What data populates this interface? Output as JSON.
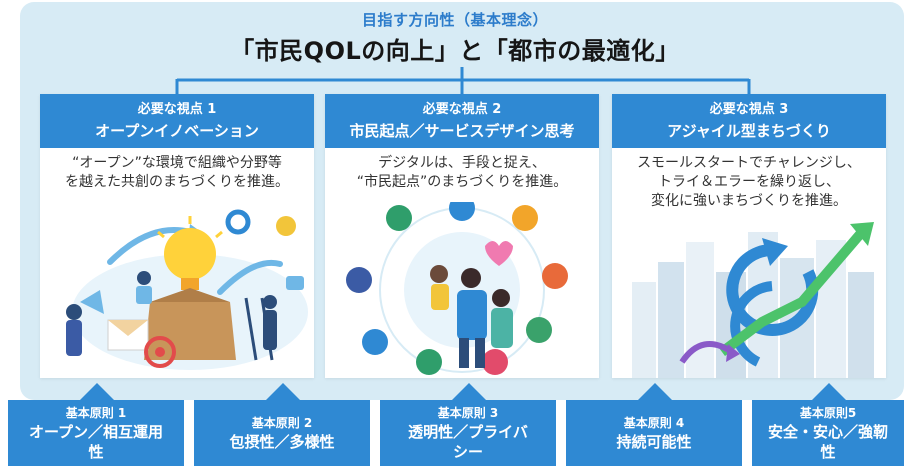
{
  "goal": {
    "subtitle": "目指す方向性（基本理念）",
    "title": "「市民QOLの向上」と「都市の最適化」"
  },
  "viewpoints": [
    {
      "label": "必要な視点 1",
      "title": "オープンイノベーション",
      "line1": "“オープン”な環境で組織や分野等",
      "line2": "を越えた共創のまちづくりを推進。",
      "illustration": "open-innovation-illustration"
    },
    {
      "label": "必要な視点 2",
      "title": "市民起点／サービスデザイン思考",
      "line1": "デジタルは、手段と捉え、",
      "line2": "“市民起点”のまちづくりを推進。",
      "illustration": "family-services-illustration"
    },
    {
      "label": "必要な視点 3",
      "title": "アジャイル型まちづくり",
      "line1": "スモールスタートでチャレンジし、",
      "line2": "トライ＆エラーを繰り返し、",
      "line3": "変化に強いまちづくりを推進。",
      "illustration": "agile-city-illustration"
    }
  ],
  "principles": [
    {
      "label": "基本原則 1",
      "title1": "オープン／相互運用",
      "title2": "性"
    },
    {
      "label": "基本原則 2",
      "title1": "包摂性／多様性",
      "title2": ""
    },
    {
      "label": "基本原則 3",
      "title1": "透明性／プライバ",
      "title2": "シー"
    },
    {
      "label": "基本原則 4",
      "title1": "持続可能性",
      "title2": ""
    },
    {
      "label": "基本原則5",
      "title1": "安全・安心／強靭",
      "title2": "性"
    }
  ],
  "colors": {
    "accent": "#2f89d3",
    "panel": "#d7ebf5",
    "title": "#2c7ccb"
  }
}
